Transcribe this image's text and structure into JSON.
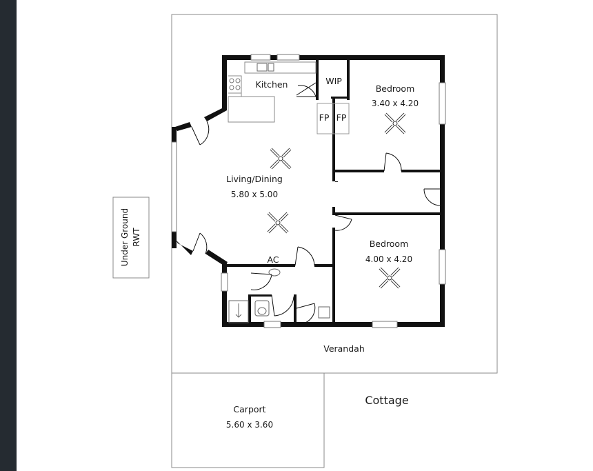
{
  "rooms": {
    "kitchen": "Kitchen",
    "wip": "WIP",
    "fp_left": "FP",
    "fp_right": "FP",
    "bedroom1_name": "Bedroom",
    "bedroom1_dims": "3.40 x 4.20",
    "living_name": "Living/Dining",
    "living_dims": "5.80 x 5.00",
    "ac": "AC",
    "bedroom2_name": "Bedroom",
    "bedroom2_dims": "4.00 x 4.20",
    "verandah": "Verandah",
    "carport_name": "Carport",
    "carport_dims": "5.60 x 3.60",
    "tank_line1": "Under Ground",
    "tank_line2": "RWT"
  },
  "title": "Cottage",
  "icons": [
    "ceiling-fan-icon",
    "door-swing-icon",
    "window-icon",
    "shower-icon",
    "toilet-icon",
    "sink-icon",
    "stove-icon"
  ]
}
